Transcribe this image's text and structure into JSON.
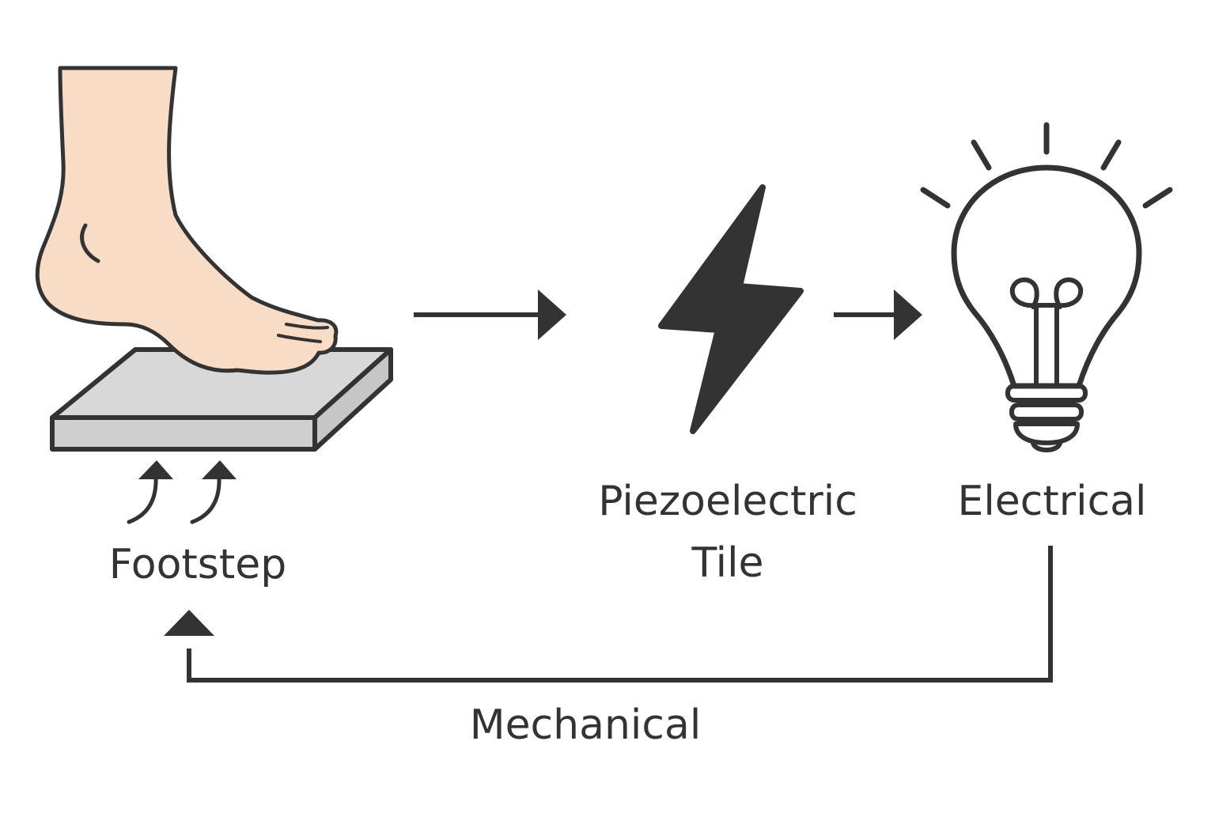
{
  "labels": {
    "footstep": "Footstep",
    "tile_line1": "Piezoelectric",
    "tile_line2": "Tile",
    "electrical": "Electrical",
    "mechanical": "Mechanical"
  },
  "icons": {
    "foot": "foot-icon",
    "tile": "tile-icon",
    "lightning": "lightning-bolt-icon",
    "bulb": "light-bulb-icon",
    "press": "upward-curved-arrow-icon"
  },
  "colors": {
    "stroke": "#333333",
    "skin": "#f8dcc5",
    "tile_top": "#d6d6d6",
    "tile_side": "#cfcfcf",
    "background": "#ffffff"
  }
}
